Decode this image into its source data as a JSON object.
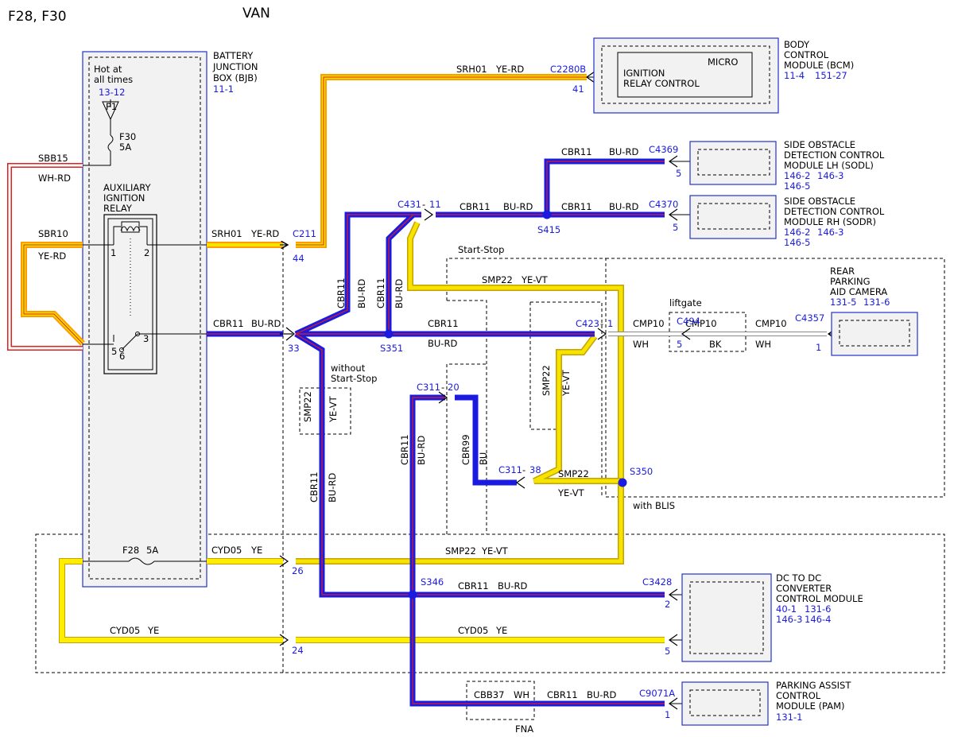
{
  "header": {
    "fuses": "F28, F30",
    "vehicle": "VAN"
  },
  "bjb": {
    "line1": "BATTERY",
    "line2": "JUNCTION",
    "line3": "BOX (BJB)",
    "ref": "11-1",
    "hot1": "Hot at",
    "hot2": "all times",
    "hot_ref": "13-12",
    "p1": "P1",
    "f30": "F30",
    "f30_amp": "5A",
    "f28": "F28",
    "f28_amp": "5A"
  },
  "relay": {
    "line1": "AUXILIARY",
    "line2": "IGNITION",
    "line3": "RELAY",
    "p1": "1",
    "p2": "2",
    "p3": "3",
    "p5": "5",
    "p6": "6"
  },
  "wires": {
    "sbb15": "SBB15",
    "sbb15_col": "WH-RD",
    "sbr10": "SBR10",
    "sbr10_col": "YE-RD",
    "srh01": "SRH01",
    "ye_rd": "YE-RD",
    "cbr11": "CBR11",
    "bu_rd": "BU-RD",
    "smp22": "SMP22",
    "ye_vt": "YE-VT",
    "cmp10": "CMP10",
    "wh": "WH",
    "bk": "BK",
    "cbr99": "CBR99",
    "bu": "BU",
    "cyd05": "CYD05",
    "ye": "YE",
    "cbb37": "CBB37"
  },
  "conn": {
    "c2280b": "C2280B",
    "c2280b_pin": "41",
    "c211": "C211",
    "c211_pin": "44",
    "pin33": "33",
    "pin26": "26",
    "pin24": "24",
    "c431": "C431",
    "c431_pin": "11",
    "c4369": "C4369",
    "c4369_pin": "5",
    "c4370": "C4370",
    "c4370_pin": "5",
    "c423": "C423",
    "c423_pin": "1",
    "c494": "C494",
    "c494_pin": "5",
    "c4357": "C4357",
    "c4357_pin": "1",
    "c311a": "C311",
    "c311a_pin": "20",
    "c311b": "C311",
    "c311b_pin": "38",
    "c3428": "C3428",
    "c3428_pin": "2",
    "c3428_pin5": "5",
    "c9071a": "C9071A",
    "c9071a_pin": "1",
    "dash_a": "-",
    "dash_b": "-",
    "dash_c": "-",
    "dash_d": "-"
  },
  "splices": {
    "s415": "S415",
    "s351": "S351",
    "s350": "S350",
    "s346": "S346"
  },
  "labels": {
    "start_stop": "Start-Stop",
    "without1": "without",
    "without2": "Start-Stop",
    "liftgate": "liftgate",
    "with_blis": "with BLIS",
    "fna": "FNA"
  },
  "modules": {
    "bcm": {
      "l1": "BODY",
      "l2": "CONTROL",
      "l3": "MODULE (BCM)",
      "r1": "11-4",
      "r2": "151-27",
      "micro": "MICRO",
      "ign1": "IGNITION",
      "ign2": "RELAY CONTROL"
    },
    "sodl": {
      "l1": "SIDE OBSTACLE",
      "l2": "DETECTION CONTROL",
      "l3": "MODULE LH (SODL)",
      "r1": "146-2",
      "r2": "146-3",
      "r3": "146-5"
    },
    "sodr": {
      "l1": "SIDE OBSTACLE",
      "l2": "DETECTION CONTROL",
      "l3": "MODULE RH (SODR)",
      "r1": "146-2",
      "r2": "146-3",
      "r3": "146-5"
    },
    "cam": {
      "l1": "REAR",
      "l2": "PARKING",
      "l3": "AID CAMERA",
      "r1": "131-5",
      "r2": "131-6"
    },
    "dcdc": {
      "l1": "DC TO DC",
      "l2": "CONVERTER",
      "l3": "CONTROL MODULE",
      "r1": "40-1",
      "r2": "131-6",
      "r3": "146-3",
      "r4": "146-4"
    },
    "pam": {
      "l1": "PARKING ASSIST",
      "l2": "CONTROL",
      "l3": "MODULE (PAM)",
      "r1": "131-1"
    }
  },
  "colors": {
    "blue": "#1a1ae0",
    "yellow": "#f5e400",
    "orange": "#ff9c00",
    "red": "#e0201c",
    "box_border": "#2233cc",
    "box_fill": "#f2f2f2"
  }
}
